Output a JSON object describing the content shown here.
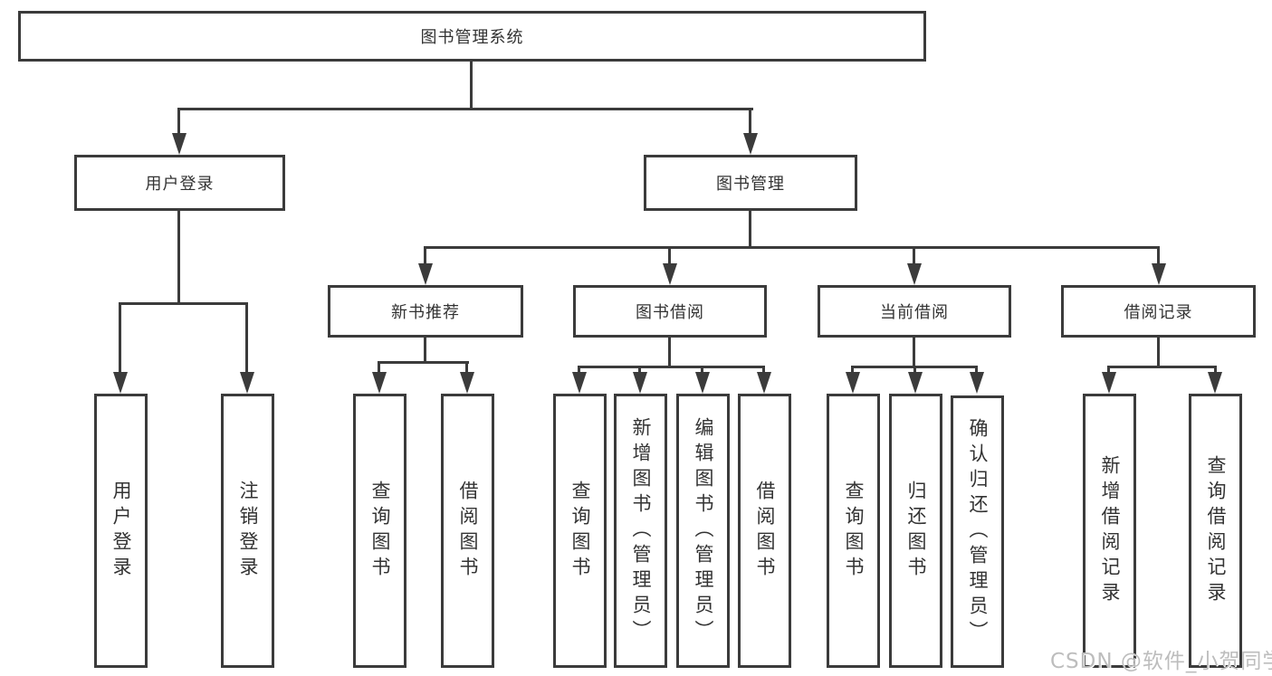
{
  "diagram": {
    "root": {
      "label": "图书管理系统"
    },
    "level2": [
      {
        "label": "用户登录"
      },
      {
        "label": "图书管理"
      }
    ],
    "level3": [
      {
        "label": "新书推荐"
      },
      {
        "label": "图书借阅"
      },
      {
        "label": "当前借阅"
      },
      {
        "label": "借阅记录"
      }
    ],
    "leaves": {
      "user_login": [
        "用户登录",
        "注销登录"
      ],
      "recommend": [
        "查询图书",
        "借阅图书"
      ],
      "borrow": [
        "查询图书",
        "新增图书（管理员）",
        "编辑图书（管理员）",
        "借阅图书"
      ],
      "current": [
        "查询图书",
        "归还图书",
        "确认归还（管理员）"
      ],
      "records": [
        "新增借阅记录",
        "查询借阅记录"
      ]
    }
  },
  "watermark": {
    "text": "CSDN @软件_小贺同学"
  },
  "colors": {
    "line": "#3b3b3b",
    "text": "#333333",
    "background": "#ffffff",
    "watermark": "#bdbdbd"
  }
}
